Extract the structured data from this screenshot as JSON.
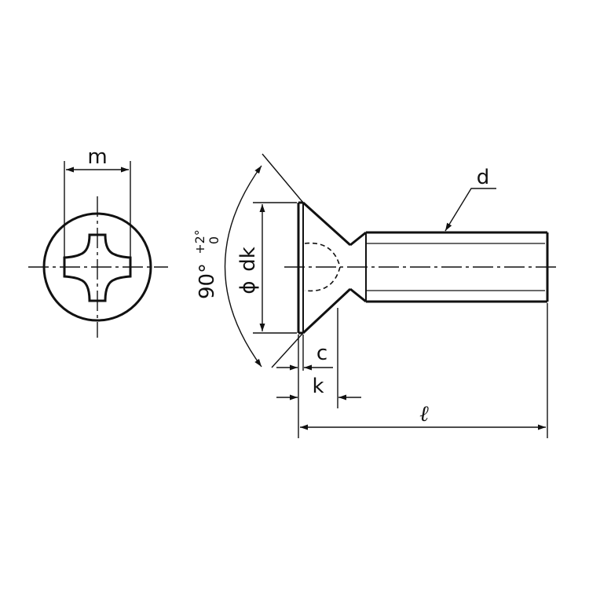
{
  "labels": {
    "m": "m",
    "d": "d",
    "phi": "ϕ",
    "dk": "dk",
    "angle": "90°",
    "tol_plus": "+2°",
    "tol_zero": "0",
    "c": "c",
    "k": "k",
    "l": "ℓ"
  },
  "colors": {
    "ink": "#111111",
    "background": "#ffffff"
  }
}
